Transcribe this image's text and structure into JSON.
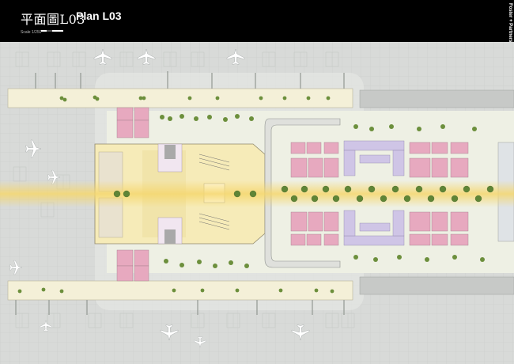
{
  "header": {
    "title_cn": "平面圖L03",
    "title_en": "Plan L03",
    "scale_label": "Scale 1/250",
    "firm": "Foster + Partners"
  },
  "colors": {
    "background": "#000000",
    "apron": "#d9dbd9",
    "pier": "#f4f0d8",
    "landscape": "#eef0e4",
    "tree": "#6c8f3c",
    "axis_glow": "#f5d76e",
    "pink_block": "#e7a9bf",
    "lilac_block": "#cfc5e6",
    "terminal": "#f6ebb8"
  },
  "icons": [
    "airplane-icon",
    "tree-icon",
    "north-arrow"
  ]
}
